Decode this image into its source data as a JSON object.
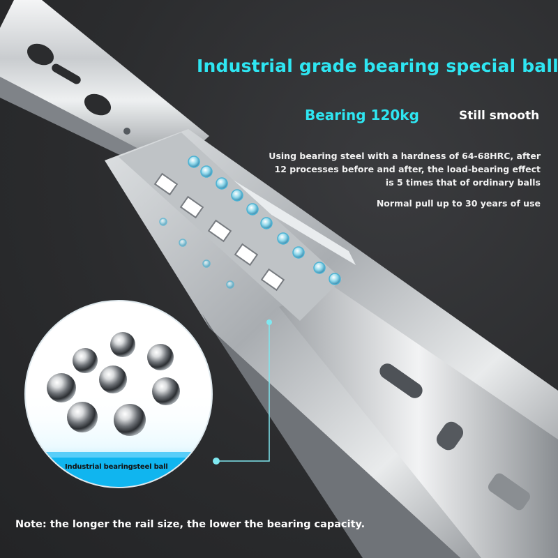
{
  "headline": "Industrial grade bearing special ball",
  "load_capacity": "Bearing 120kg",
  "tagline": "Still smooth",
  "description_lines": [
    "Using bearing steel with a hardness of 64-68HRC, after",
    "12 processes before and after, the load-bearing effect",
    "is 5 times that of ordinary balls"
  ],
  "lifespan": "Normal pull up to 30 years of use",
  "inset_caption": "Industrial bearingsteel ball",
  "footnote": "Note: the longer the rail size, the lower the bearing capacity.",
  "colors": {
    "accent": "#2ee6f2",
    "background": "#2a2b2d",
    "text": "#ffffff",
    "callout_line": "#7fe8f0"
  },
  "product_image": "stainless-steel-drawer-slide-rail",
  "inset_image": "steel-bearing-balls",
  "ball_count": 8
}
